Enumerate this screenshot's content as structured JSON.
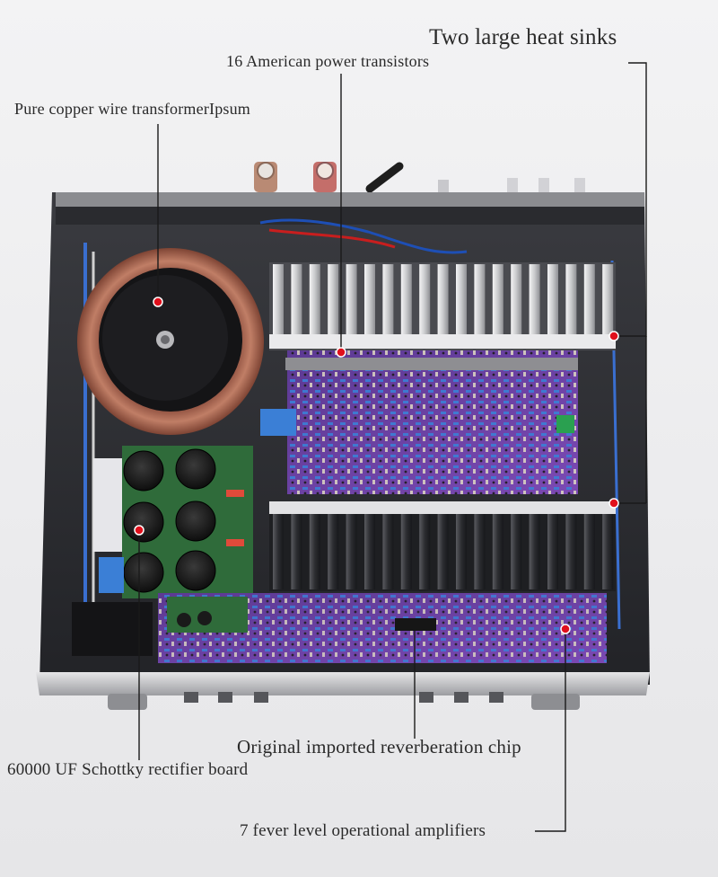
{
  "labels": {
    "heat_sinks": "Two large heat sinks",
    "power_transistors": "16 American power transistors",
    "transformer": "Pure copper wire transformerIpsum",
    "reverb_chip": "Original imported reverberation chip",
    "rectifier_board": "60000 UF Schottky rectifier board",
    "op_amps": "7 fever level operational amplifiers"
  },
  "colors": {
    "chassis": "#2b2c30",
    "pcb_purple": "#6a3fa0",
    "heatsink": "#d9dadc",
    "pcb_green": "#2f6b3a",
    "transformer_copper": "#b0705a",
    "marker_red": "#e0101c",
    "leader_line": "#1a1a1a"
  }
}
